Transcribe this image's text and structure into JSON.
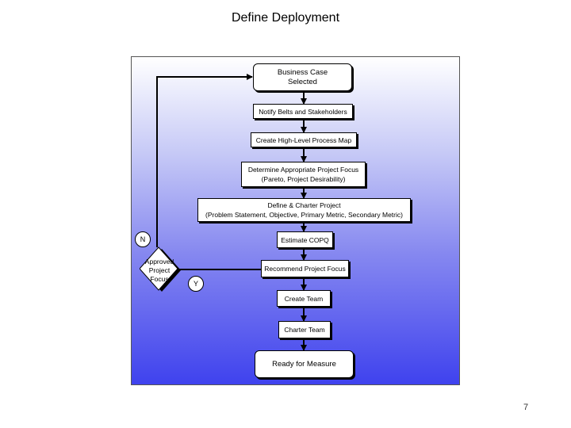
{
  "title": "Define Deployment",
  "steps": {
    "business_case": "Business Case\nSelected",
    "notify": "Notify Belts and Stakeholders",
    "process_map": "Create High-Level Process Map",
    "project_focus": "Determine Appropriate Project Focus\n(Pareto, Project Desirability)",
    "charter_project": "Define & Charter Project\n(Problem Statement, Objective, Primary Metric, Secondary Metric)",
    "copq": "Estimate COPQ",
    "recommend": "Recommend Project Focus",
    "create_team": "Create Team",
    "charter_team": "Charter Team",
    "ready": "Ready for Measure"
  },
  "decision": {
    "label": "Approved\nProject\nFocus",
    "no": "N",
    "yes": "Y"
  },
  "page_number": "7"
}
